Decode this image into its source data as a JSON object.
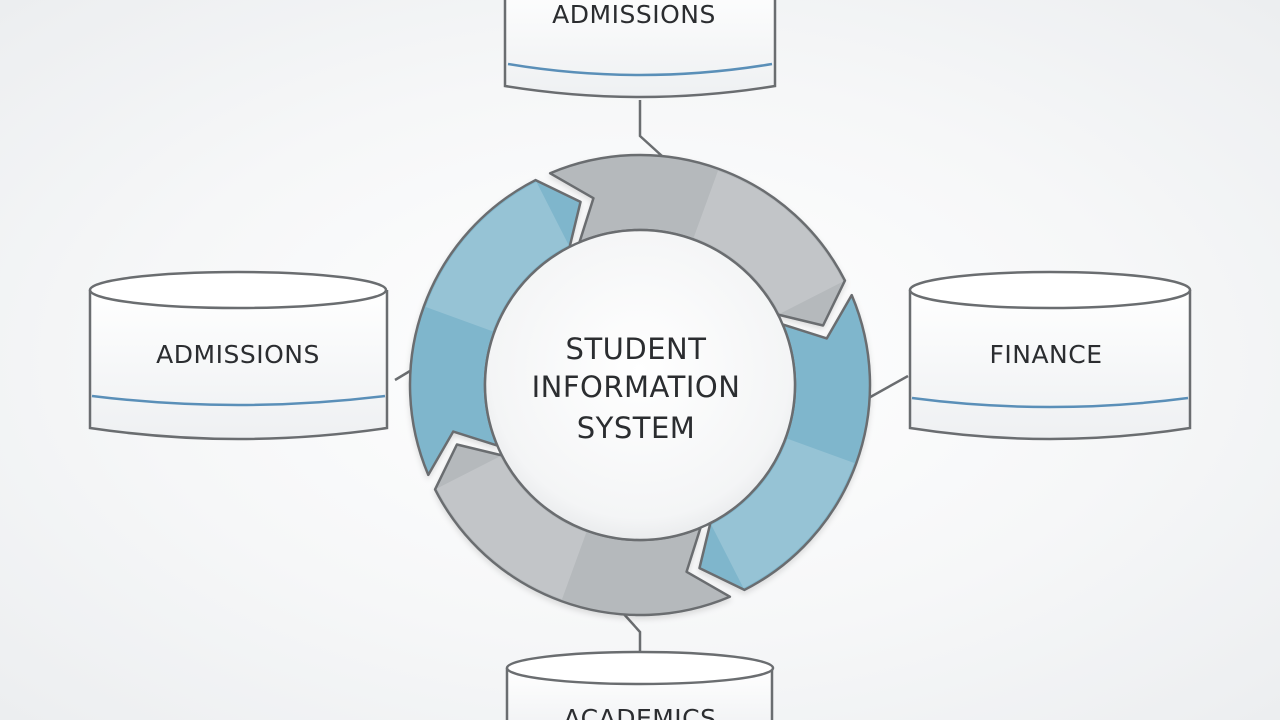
{
  "center": {
    "lines": [
      "STUDENT",
      "INFORMATION",
      "SYSTEM"
    ]
  },
  "databases": {
    "top": {
      "label": "ADMISSIONS"
    },
    "left": {
      "label": "ADMISSIONS"
    },
    "right": {
      "label": "FINANCE"
    },
    "bottom": {
      "label": "ACADEMICS"
    }
  },
  "colors": {
    "blue_segment": "#7fb6cc",
    "gray_segment": "#b5b9bc",
    "outline": "#6a6d70",
    "db_accent": "#5a8fb8",
    "db_fill": "#f4f5f6"
  }
}
